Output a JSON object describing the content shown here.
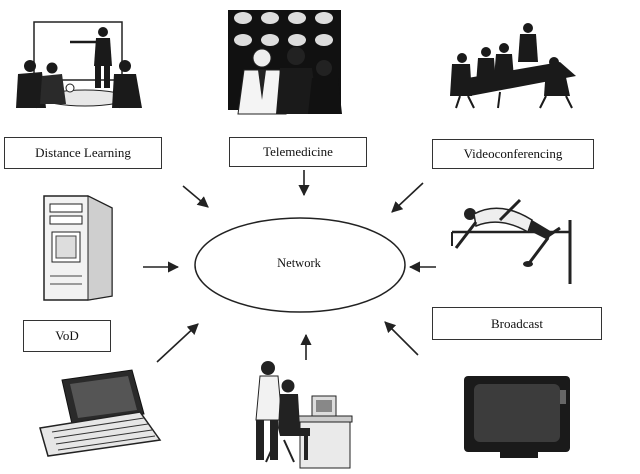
{
  "network": {
    "label": "Network"
  },
  "applications": {
    "distance_learning": "Distance Learning",
    "telemedicine": "Telemedicine",
    "videoconferencing": "Videoconferencing",
    "vod": "VoD",
    "broadcast": "Broadcast"
  },
  "icons": [
    "classroom-presentation-icon",
    "doctors-xray-icon",
    "meeting-table-icon",
    "server-tower-icon",
    "high-jump-athlete-icon",
    "laptop-computer-icon",
    "computer-workstation-icon",
    "television-icon"
  ],
  "colors": {
    "line": "#222222",
    "fill_dark": "#1a1a1a",
    "fill_light": "#e8e8e8"
  }
}
